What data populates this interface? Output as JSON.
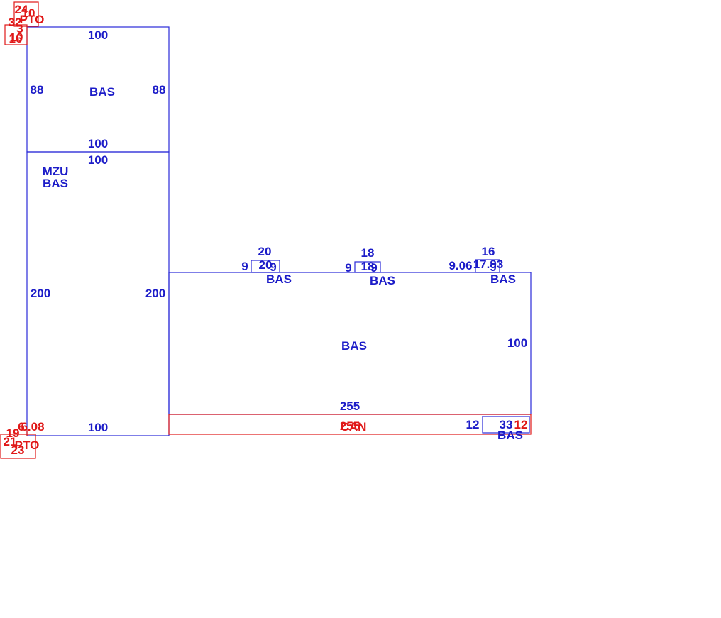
{
  "labels": {
    "upper_room": {
      "code": "BAS",
      "dim_top": "100",
      "dim_bottom": "100",
      "dim_left": "88",
      "dim_right": "88"
    },
    "lower_room": {
      "code_1": "MZU",
      "code_2": "BAS",
      "dim_top": "100",
      "dim_bottom": "100",
      "dim_left": "200",
      "dim_right": "200"
    },
    "main_room": {
      "code": "BAS",
      "dim_right": "100",
      "dim_bottom": "255"
    },
    "bay_1": {
      "top": "20",
      "inner": "20",
      "left": "9",
      "right": "9",
      "code": "BAS"
    },
    "bay_2": {
      "top": "18",
      "inner": "18",
      "left": "9",
      "right": "9",
      "code": "BAS"
    },
    "bay_3": {
      "top": "16",
      "inner": "17.93",
      "left": "9.06",
      "right": "9",
      "code": "BAS"
    },
    "strip": {
      "dim_top": "255",
      "dim_bottom": "255",
      "code": "CAN"
    },
    "corner_box": {
      "left": "12",
      "top": "33",
      "right": "12",
      "code": "BAS"
    },
    "topleft_pto": {
      "n1": "24",
      "n2": "10",
      "n3": "32",
      "n4": "3",
      "n5": "10",
      "n6": "16",
      "code": "PTO"
    },
    "botleft_pto": {
      "n1": "6",
      "n2": "6.08",
      "n3": "19",
      "n4": "21",
      "n5": "23",
      "code": "PTO"
    }
  }
}
